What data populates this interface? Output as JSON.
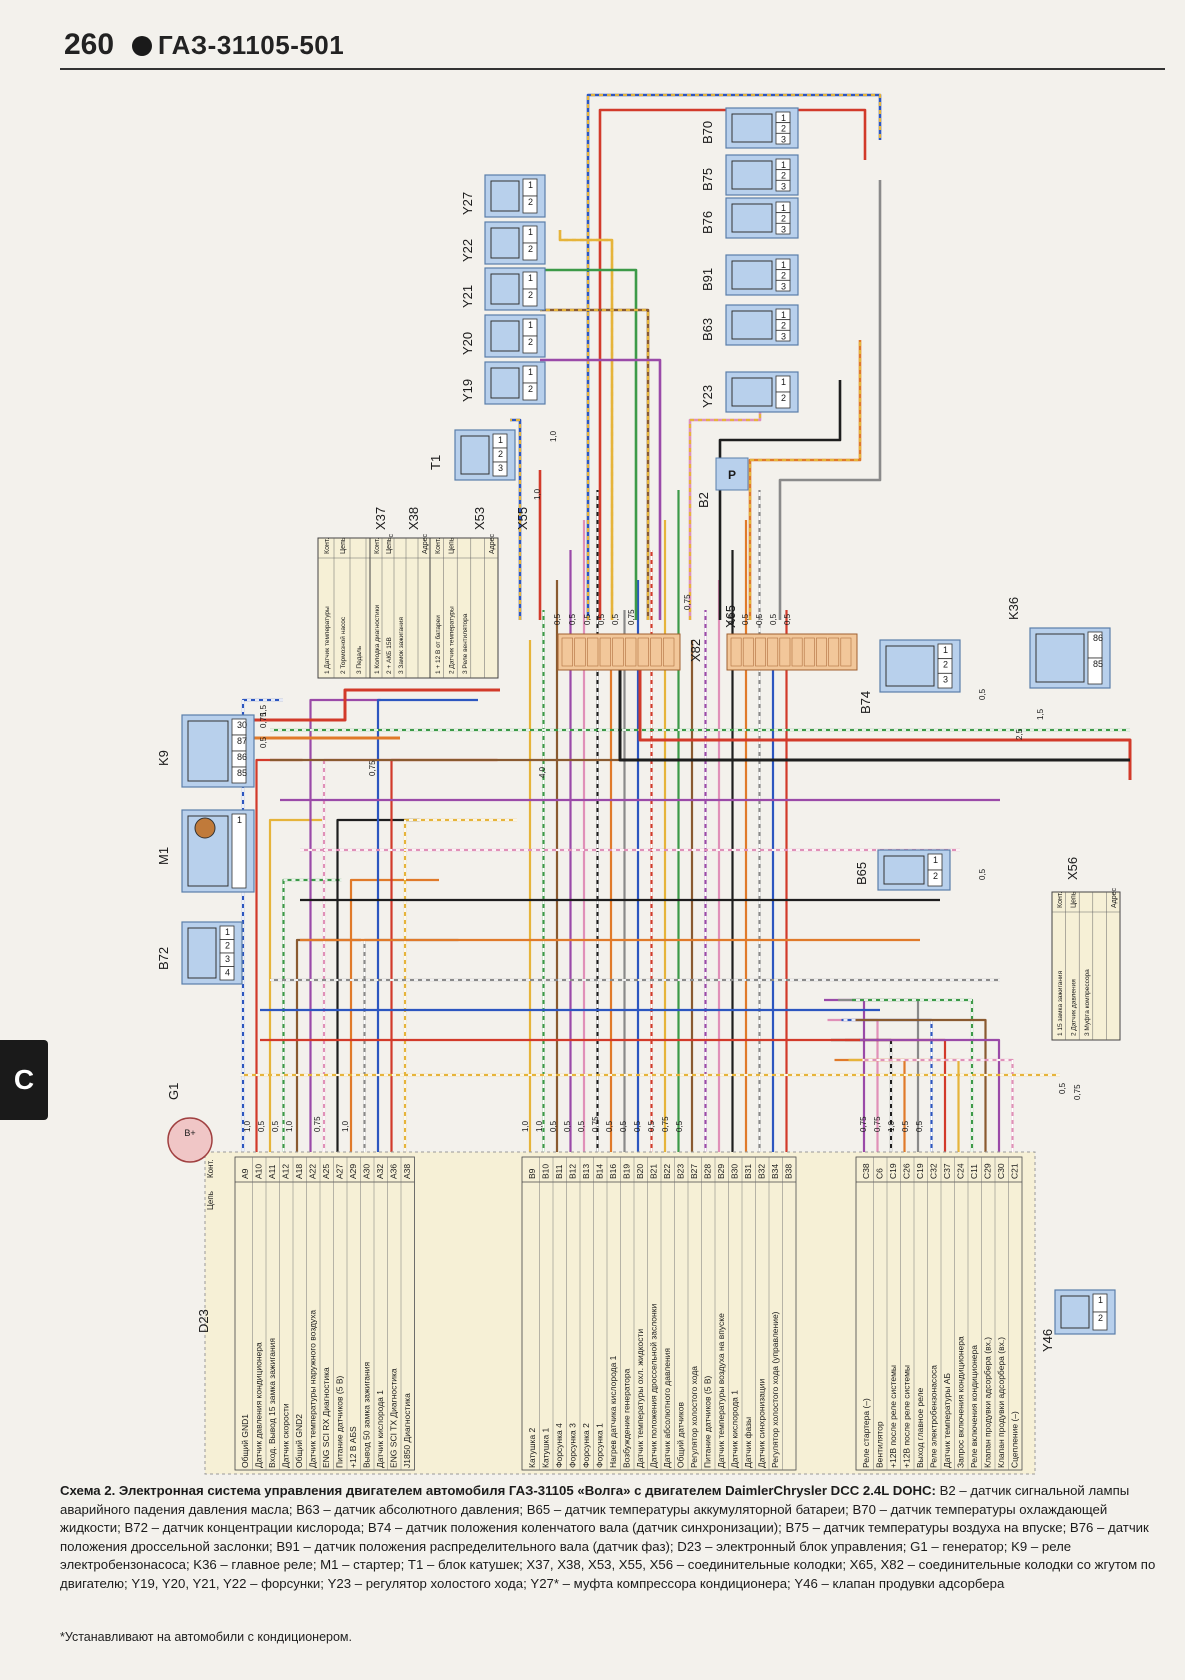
{
  "header": {
    "page_number": "260",
    "title": "ГАЗ-31105-501"
  },
  "side_tab": "С",
  "components": {
    "Y27": "Y27",
    "Y22": "Y22",
    "Y21": "Y21",
    "Y20": "Y20",
    "Y19": "Y19",
    "B70": "B70",
    "B75": "B75",
    "B76": "B76",
    "B91": "B91",
    "B63": "B63",
    "Y23": "Y23",
    "T1": "T1",
    "B2": "B2",
    "X37": "X37",
    "X38": "X38",
    "X53": "X53",
    "X55": "X55",
    "X82": "X82",
    "X65": "X65",
    "B74": "B74",
    "K36": "K36",
    "K9": "K9",
    "M1": "M1",
    "B65": "B65",
    "X56": "X56",
    "B72": "B72",
    "G1": "G1",
    "D23": "D23",
    "Y46": "Y46"
  },
  "d23_table": {
    "col_contact": "Конт.",
    "col_circuit": "Цепь",
    "group_a": [
      [
        "A9",
        "Общий GND1"
      ],
      [
        "A10",
        "Датчик давления кондиционера"
      ],
      [
        "A11",
        "Вход. Вывод 15 замка зажигания"
      ],
      [
        "A12",
        "Датчик скорости"
      ],
      [
        "A18",
        "Общий GND2"
      ],
      [
        "A22",
        "Датчик температуры наружного воздуха"
      ],
      [
        "A25",
        "ENG SCI RX Диагностика"
      ],
      [
        "A27",
        "Питание датчиков (5 В)"
      ],
      [
        "A29",
        "+12 В АБS"
      ],
      [
        "A30",
        "Вывод 50 замка зажигания"
      ],
      [
        "A32",
        "Датчик кислорода 1"
      ],
      [
        "A36",
        "ENG SCI TX Диагностика"
      ],
      [
        "A38",
        "J1850 Диагностика"
      ]
    ],
    "group_b": [
      [
        "B9",
        "Катушка 2"
      ],
      [
        "B10",
        "Катушка 1"
      ],
      [
        "B11",
        "Форсунка 4"
      ],
      [
        "B12",
        "Форсунка 3"
      ],
      [
        "B13",
        "Форсунка 2"
      ],
      [
        "B14",
        "Форсунка 1"
      ],
      [
        "B16",
        "Нагрев датчика кислорода 1"
      ],
      [
        "B19",
        "Возбуждение генератора"
      ],
      [
        "B20",
        "Датчик температуры охл. жидкости"
      ],
      [
        "B21",
        "Датчик положения дроссельной заслонки"
      ],
      [
        "B22",
        "Датчик абсолютного давления"
      ],
      [
        "B23",
        "Общий датчиков"
      ],
      [
        "B27",
        "Регулятор холостого хода"
      ],
      [
        "B28",
        "Питание датчиков (5 В)"
      ],
      [
        "B29",
        "Датчик температуры воздуха на впуске"
      ],
      [
        "B30",
        "Датчик кислорода 1"
      ],
      [
        "B31",
        "Датчик фазы"
      ],
      [
        "B32",
        "Датчик синхронизации"
      ],
      [
        "B34",
        "Регулятор холостого хода (управление)"
      ],
      [
        "B38",
        ""
      ]
    ],
    "group_c": [
      [
        "C38",
        "Реле стартера (–)"
      ],
      [
        "C6",
        "Вентилятор"
      ],
      [
        "C19",
        "+12В после реле системы"
      ],
      [
        "C26",
        "+12В после реле системы"
      ],
      [
        "C19",
        "Выход главное реле"
      ],
      [
        "C32",
        "Реле электробензонасоса"
      ],
      [
        "C37",
        "Датчик температуры АБ"
      ],
      [
        "C24",
        "Запрос включения кондиционера"
      ],
      [
        "C11",
        "Реле включения кондиционера"
      ],
      [
        "C29",
        "Клапан продувки адсорбера (вх.)"
      ],
      [
        "C30",
        "Клапан продувки адсорбера (вх.)"
      ],
      [
        "C21",
        "Сцепление (–)"
      ]
    ]
  },
  "connector_tables": {
    "X37": {
      "col_contact": "Конт.",
      "col_circuit": "Цепь",
      "col_addr": "Адрес",
      "rows": [
        [
          "1",
          "Датчик температуры"
        ],
        [
          "2",
          "Тормозной насос"
        ],
        [
          "3",
          "Педаль"
        ]
      ]
    },
    "X38": {
      "col_contact": "Конт.",
      "col_circuit": "Цепь",
      "col_addr": "Адрес",
      "rows": [
        [
          "1",
          "Колодка диагностики"
        ],
        [
          "2",
          "+ АКБ 15В"
        ],
        [
          "3",
          "Замок зажигания"
        ]
      ]
    },
    "X53": {
      "col_contact": "Конт.",
      "col_circuit": "Цепь",
      "col_addr": "Адрес",
      "rows": [
        [
          "1",
          "+ 12 В от батареи"
        ],
        [
          "2",
          "Датчик температуры"
        ],
        [
          "3",
          "Реле вентилятора"
        ]
      ]
    },
    "X56": {
      "col_contact": "Конт.",
      "col_circuit": "Цепь",
      "col_addr": "Адрес",
      "rows": [
        [
          "1",
          "15 замка зажигания"
        ],
        [
          "2",
          "Датчик давления"
        ],
        [
          "3",
          "Муфта компрессора"
        ]
      ]
    }
  },
  "wire_gauges": [
    "0,5",
    "0,75",
    "1,0",
    "1,5",
    "2,5",
    "4,0"
  ],
  "caption": {
    "lead": "Схема 2. Электронная система управления двигателем автомобиля ГАЗ-31105 «Волга» с двигателем DaimlerChrysler DCC 2.4L DOHC:",
    "body": "B2 – датчик сигнальной лампы аварийного падения давления масла; B63 – датчик абсолютного давления; B65 – датчик температуры аккумуляторной батареи; B70 – датчик температуры охлаждающей жидкости; B72 – датчик концентрации кислорода; B74 – датчик положения коленчатого вала (датчик синхронизации); B75 – датчик температуры воздуха на впуске; B76 – датчик положения дроссельной заслонки; B91 – датчик положения распределительного вала (датчик фаз); D23 – электронный блок управления; G1 – генератор; K9 – реле электробензонасоса; K36 – главное реле; M1 – стартер; T1 – блок катушек; X37, X38, X53, X55, X56 – соединительные колодки; X65, X82 – соединительные колодки со жгутом по двигателю; Y19, Y20, Y21, Y22 – форсунки; Y23 – регулятор холостого хода; Y27* – муфта компрессора кондиционера; Y46 – клапан продувки адсорбера"
  },
  "footnote": "*Устанавливают на автомобили с кондиционером.",
  "colors": {
    "paper": "#f3f1ec",
    "box_fill": "#b8d0ec",
    "box_stroke": "#5a7eaa",
    "table_fill": "#f6f0d6",
    "connector_fill": "#f2c79a",
    "wire_blue": "#2c56c0",
    "wire_red": "#d23a2a",
    "wire_yellow": "#e6b43a",
    "wire_green": "#3c9a48",
    "wire_brown": "#8a5a30",
    "wire_violet": "#9a4aa8",
    "wire_pink": "#e090b8",
    "wire_black": "#1e1e1e",
    "wire_grey": "#8a8a8a",
    "wire_orange": "#e07a2a",
    "wire_white": "#ffffff"
  }
}
